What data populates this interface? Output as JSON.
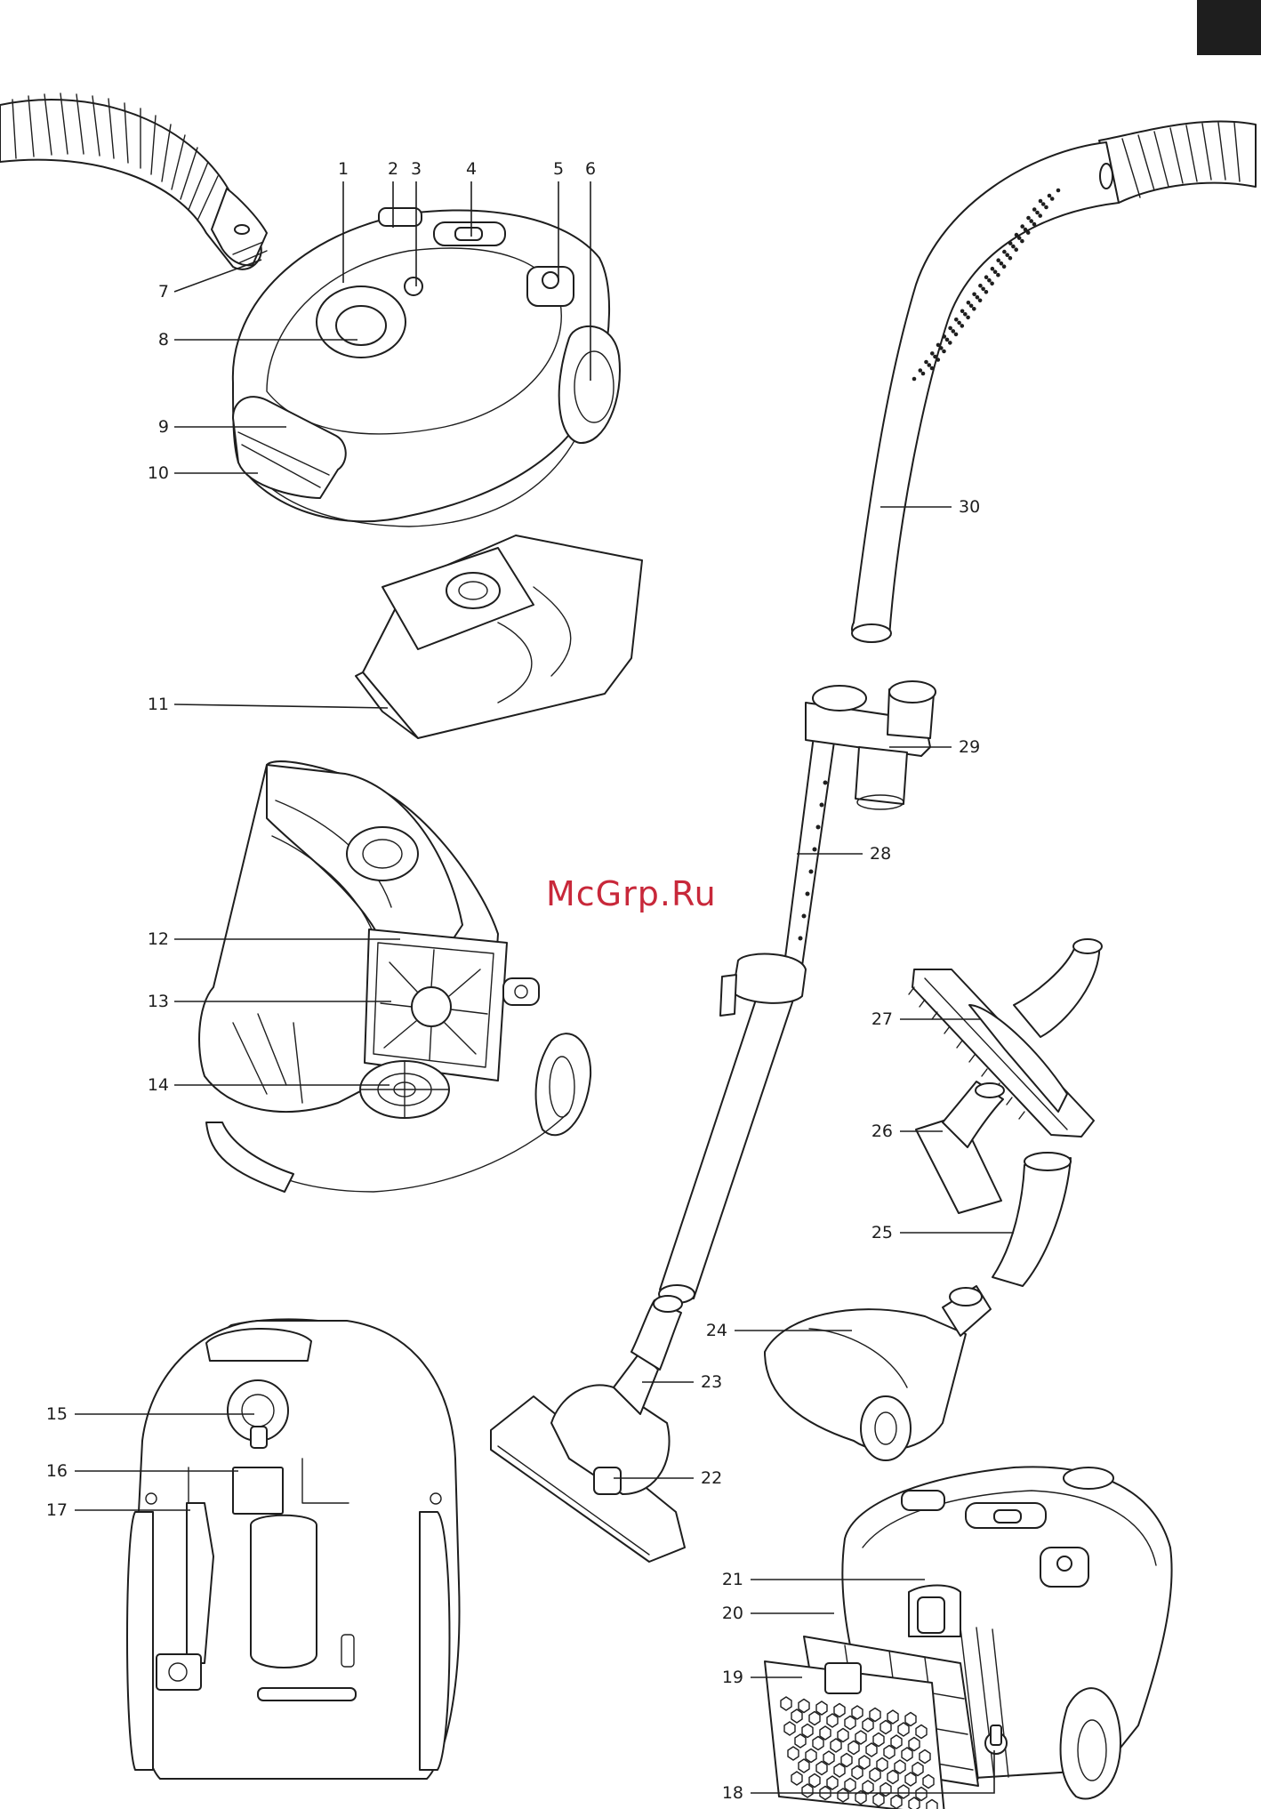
{
  "watermark": "McGrp.Ru",
  "labels": [
    {
      "id": "1",
      "text": "1"
    },
    {
      "id": "2",
      "text": "2"
    },
    {
      "id": "3",
      "text": "3"
    },
    {
      "id": "4",
      "text": "4"
    },
    {
      "id": "5",
      "text": "5"
    },
    {
      "id": "6",
      "text": "6"
    },
    {
      "id": "7",
      "text": "7"
    },
    {
      "id": "8",
      "text": "8"
    },
    {
      "id": "9",
      "text": "9"
    },
    {
      "id": "10",
      "text": "10"
    },
    {
      "id": "11",
      "text": "11"
    },
    {
      "id": "12",
      "text": "12"
    },
    {
      "id": "13",
      "text": "13"
    },
    {
      "id": "14",
      "text": "14"
    },
    {
      "id": "15",
      "text": "15"
    },
    {
      "id": "16",
      "text": "16"
    },
    {
      "id": "17",
      "text": "17"
    },
    {
      "id": "18",
      "text": "18"
    },
    {
      "id": "19",
      "text": "19"
    },
    {
      "id": "20",
      "text": "20"
    },
    {
      "id": "21",
      "text": "21"
    },
    {
      "id": "22",
      "text": "22"
    },
    {
      "id": "23",
      "text": "23"
    },
    {
      "id": "24",
      "text": "24"
    },
    {
      "id": "25",
      "text": "25"
    },
    {
      "id": "26",
      "text": "26"
    },
    {
      "id": "27",
      "text": "27"
    },
    {
      "id": "28",
      "text": "28"
    },
    {
      "id": "29",
      "text": "29"
    },
    {
      "id": "30",
      "text": "30"
    }
  ],
  "colors": {
    "line": "#1e1e1e",
    "watermark": "#c8283a",
    "corner_tab": "#1e1e1e"
  }
}
